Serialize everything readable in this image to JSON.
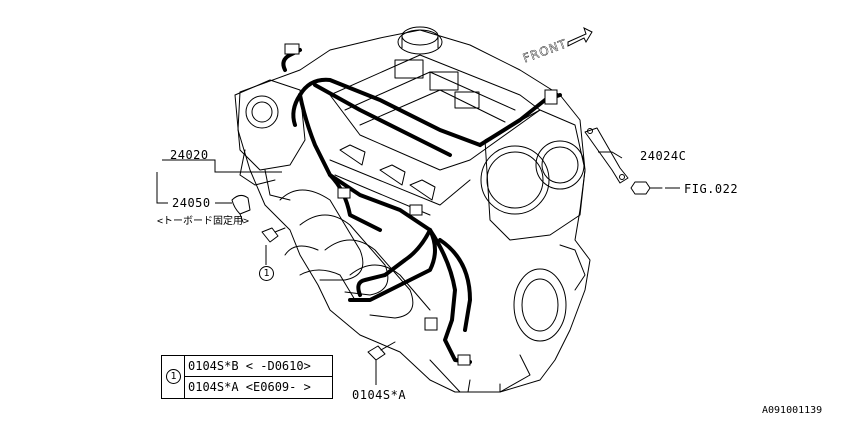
{
  "labels": {
    "harness_part": "24020",
    "clip_part": "24050",
    "clip_note": "<トーボード固定用>",
    "bracket_part": "24024C",
    "fig_ref": "FIG.022",
    "bolt_part": "0104S*A",
    "front": "FRONT",
    "callout_number": "1",
    "image_code": "A091001139"
  },
  "legend": {
    "number": "1",
    "rows": [
      "0104S*B < -D0610>",
      "0104S*A <E0609- >"
    ]
  }
}
